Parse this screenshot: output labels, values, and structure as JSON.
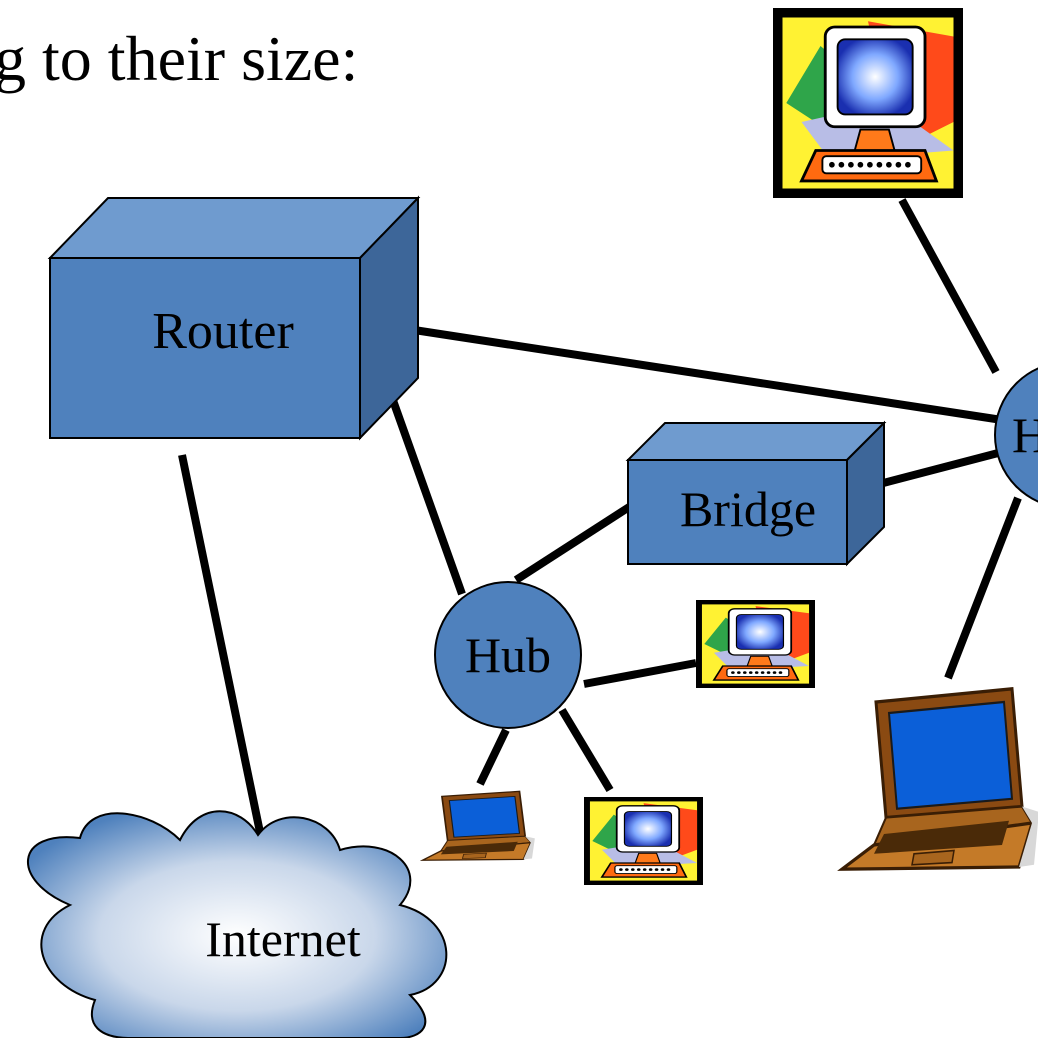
{
  "heading": "g to their size:",
  "nodes": {
    "router": "Router",
    "bridge": "Bridge",
    "hub": "Hub",
    "hub_right_partial": "H",
    "internet": "Internet"
  },
  "colors": {
    "device_front": "#4f81bd",
    "device_top": "#6f9bcf",
    "device_side": "#3d6699",
    "outline": "#000000",
    "link": "#000000",
    "cloud_edge": "#4f81bd",
    "cloud_center": "#ffffff"
  },
  "icons": [
    "desktop-computer-icon",
    "laptop-computer-icon"
  ]
}
